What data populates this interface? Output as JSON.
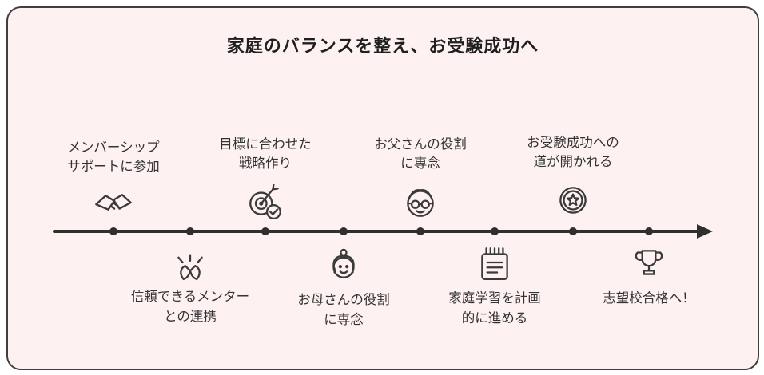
{
  "title": "家庭のバランスを整え、お受験成功へ",
  "colors": {
    "background": "#fdf2f1",
    "border": "#3f3f3f",
    "line": "#2f2f2f",
    "text": "#333333"
  },
  "milestones": [
    {
      "label": "メンバーシップ\nサポートに参加",
      "icon": "handshake-icon",
      "side": "above"
    },
    {
      "label": "信頼できるメンター\nとの連携",
      "icon": "high-five-icon",
      "side": "below"
    },
    {
      "label": "目標に合わせた\n戦略作り",
      "icon": "target-check-icon",
      "side": "above"
    },
    {
      "label": "お母さんの役割\nに専念",
      "icon": "mother-icon",
      "side": "below"
    },
    {
      "label": "お父さんの役割\nに専念",
      "icon": "father-icon",
      "side": "above"
    },
    {
      "label": "家庭学習を計画\n的に進める",
      "icon": "calendar-icon",
      "side": "below"
    },
    {
      "label": "お受験成功への\n道が開かれる",
      "icon": "star-badge-icon",
      "side": "above"
    },
    {
      "label": "志望校合格へ！",
      "icon": "trophy-icon",
      "side": "below"
    }
  ]
}
